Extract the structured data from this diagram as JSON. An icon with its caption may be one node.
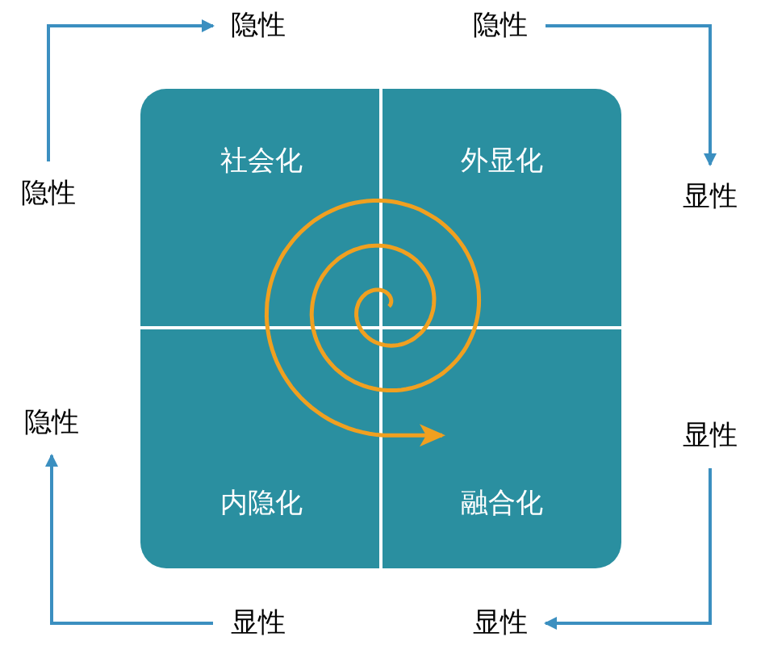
{
  "diagram": {
    "nodes": [
      {
        "text": [
          "隐性"
        ]
      },
      {
        "text": [
          "隐性"
        ]
      },
      {
        "text": [
          "隐性"
        ]
      },
      {
        "text": [],
        "shape": "box"
      },
      {
        "text": [
          "社会化"
        ],
        "in": 3
      },
      {
        "text": [
          "外显化"
        ],
        "in": 3
      },
      {
        "text": [
          "显性"
        ]
      },
      {
        "text": [
          "隐性"
        ]
      },
      {
        "text": [
          "显性"
        ]
      },
      {
        "text": [
          "内隐化"
        ],
        "in": 3
      },
      {
        "text": [
          "融合化"
        ],
        "in": 3
      },
      {
        "text": [
          "显性"
        ]
      },
      {
        "text": [
          "显性"
        ]
      }
    ],
    "edges": [
      {
        "from": 2,
        "to": 0,
        "arrow": "to"
      },
      {
        "from": 1,
        "to": 6,
        "arrow": "to"
      },
      {
        "from": 8,
        "to": 12,
        "arrow": "to"
      },
      {
        "from": 11,
        "to": 7,
        "arrow": "to"
      }
    ]
  }
}
